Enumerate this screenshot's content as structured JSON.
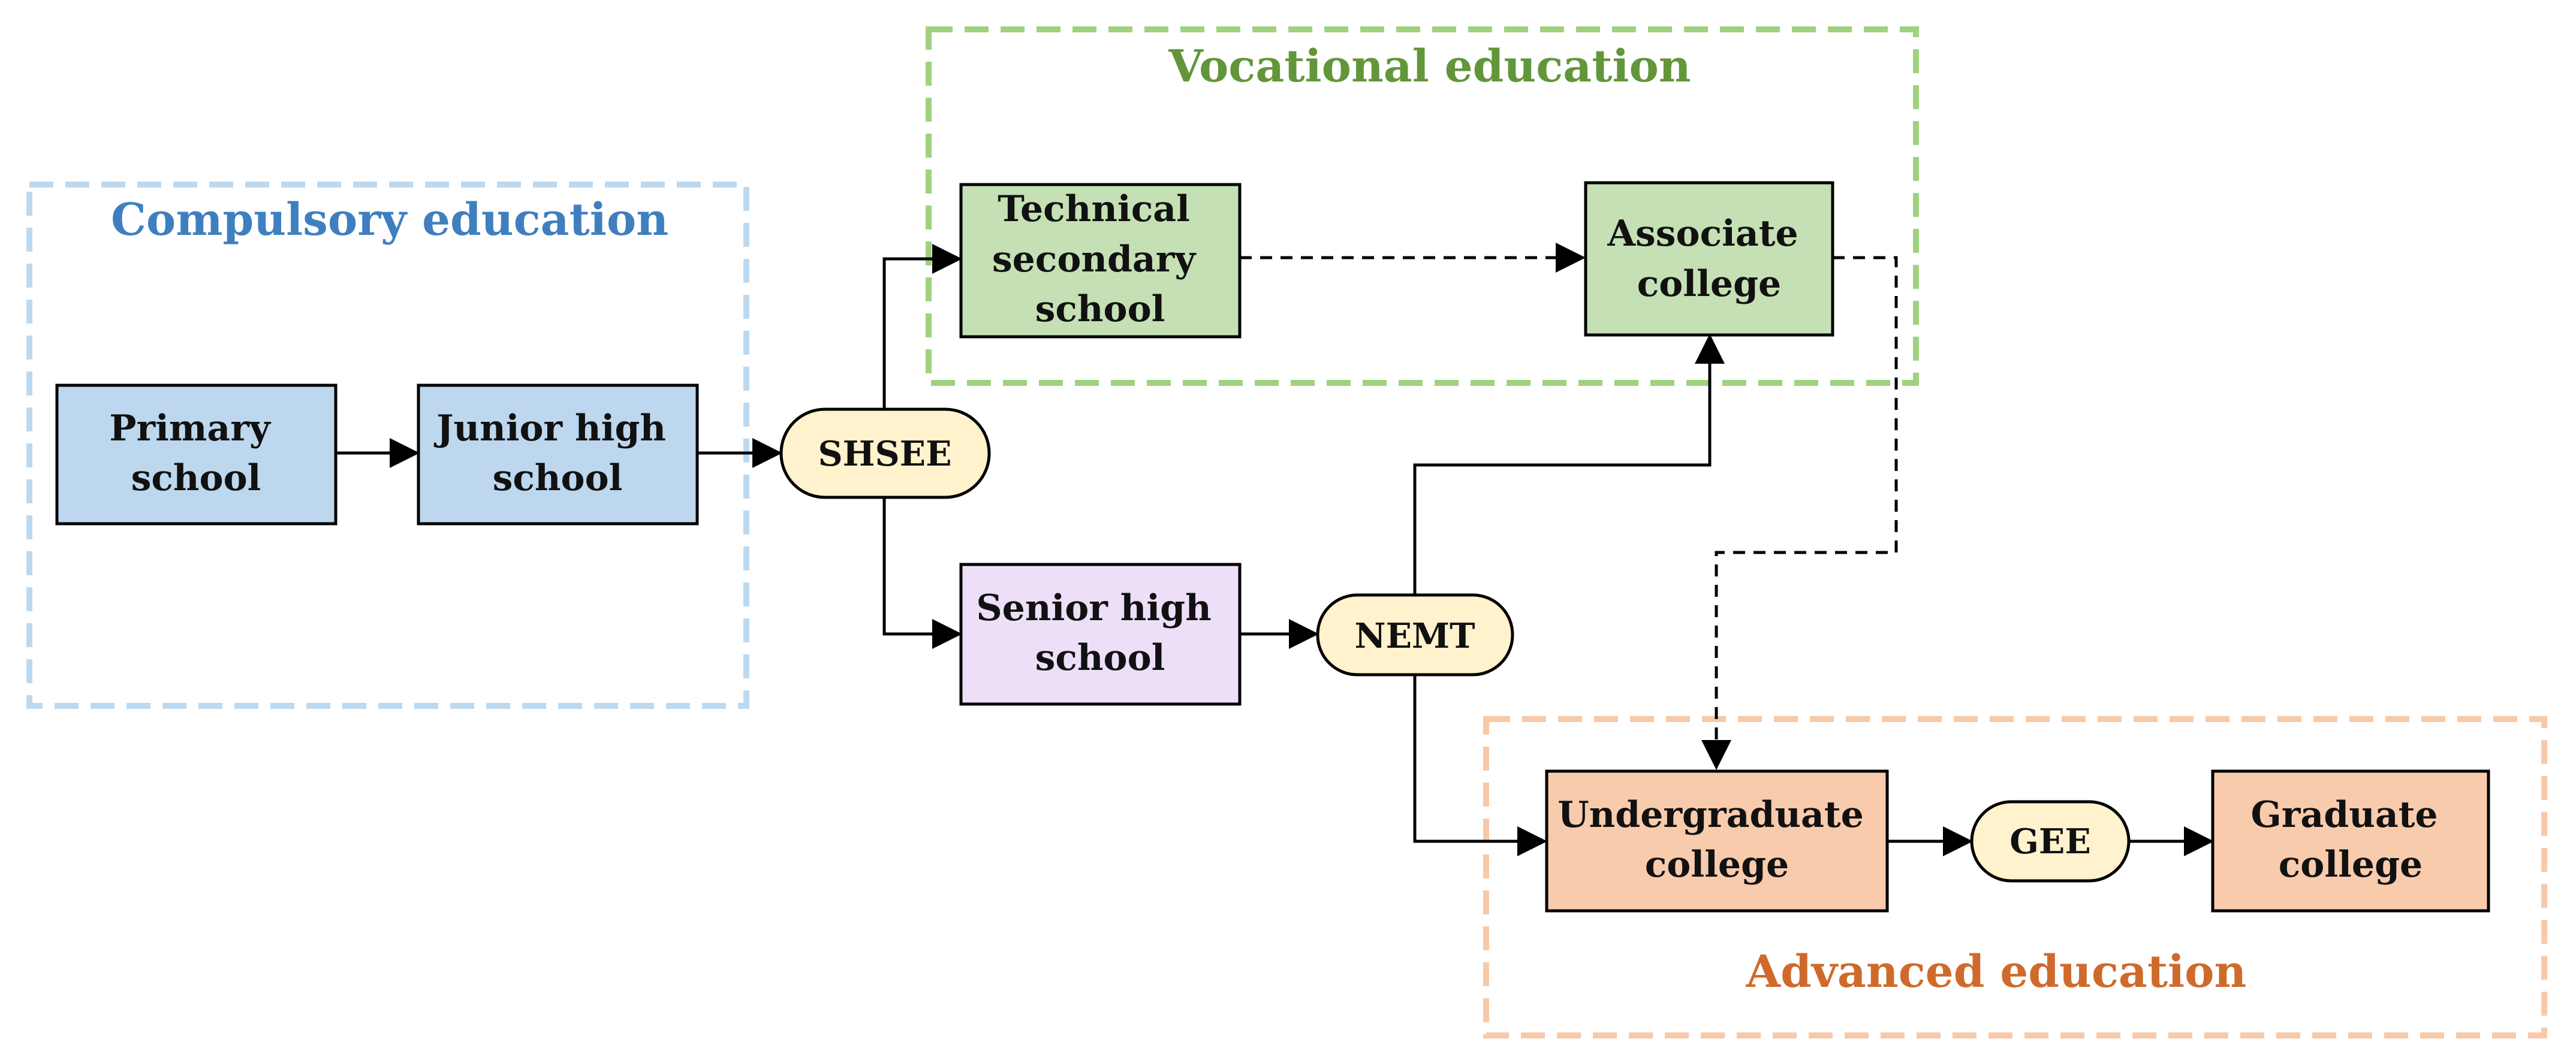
{
  "colors": {
    "compulsory": "#3f7fc0",
    "compulsory_border": "#bcd9f0",
    "vocational": "#62963a",
    "vocational_border": "#9fd27f",
    "advanced": "#cf6a2c",
    "advanced_border": "#f8c9a8",
    "blue_fill": "#bdd7ee",
    "green_fill": "#c5e0b4",
    "purple_fill": "#eddff8",
    "orange_fill": "#f8cbad",
    "exam_fill": "#fff2cc"
  },
  "regions": {
    "compulsory": {
      "title": "Compulsory education"
    },
    "vocational": {
      "title": "Vocational education"
    },
    "advanced": {
      "title": "Advanced education"
    }
  },
  "nodes": {
    "primary": {
      "lines": [
        "Primary",
        "school"
      ]
    },
    "junior": {
      "lines": [
        "Junior high",
        "school"
      ]
    },
    "technical": {
      "lines": [
        "Technical",
        "secondary",
        "school"
      ]
    },
    "associate": {
      "lines": [
        "Associate",
        "college"
      ]
    },
    "senior": {
      "lines": [
        "Senior high",
        "school"
      ]
    },
    "undergraduate": {
      "lines": [
        "Undergraduate",
        "college"
      ]
    },
    "graduate": {
      "lines": [
        "Graduate",
        "college"
      ]
    }
  },
  "exams": {
    "shsee": "SHSEE",
    "nemt": "NEMT",
    "gee": "GEE"
  }
}
